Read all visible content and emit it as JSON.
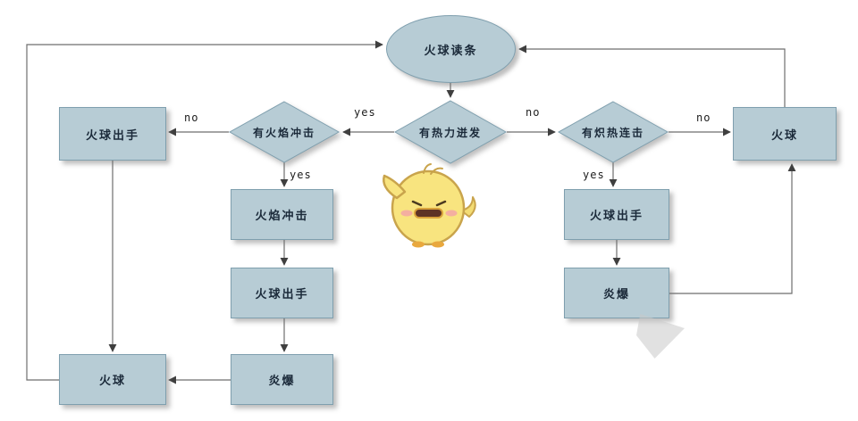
{
  "diagram": {
    "colors": {
      "node_fill": "#b7ccd5",
      "node_border": "#7f9fae",
      "line": "#6e6e6e",
      "arrow": "#3f3f3f",
      "mascot_yellow": "#f8e47f"
    },
    "nodes": {
      "start": {
        "type": "terminator",
        "label": "火球读条"
      },
      "hot_streak": {
        "type": "decision",
        "label": "有热力迸发"
      },
      "fire_blast_check": {
        "type": "decision",
        "label": "有火焰冲击"
      },
      "heating_up_check": {
        "type": "decision",
        "label": "有炽热连击"
      },
      "fireball_cast_left": {
        "type": "process",
        "label": "火球出手"
      },
      "fire_blast": {
        "type": "process",
        "label": "火焰冲击"
      },
      "fireball_cast_mid": {
        "type": "process",
        "label": "火球出手"
      },
      "pyroblast_mid": {
        "type": "process",
        "label": "炎爆"
      },
      "fireball_bottom_left": {
        "type": "process",
        "label": "火球"
      },
      "fireball_top_right": {
        "type": "process",
        "label": "火球"
      },
      "fireball_cast_right": {
        "type": "process",
        "label": "火球出手"
      },
      "pyroblast_right": {
        "type": "process",
        "label": "炎爆"
      }
    },
    "edges": [
      {
        "from": "start",
        "to": "hot_streak",
        "label": ""
      },
      {
        "from": "hot_streak",
        "to": "fire_blast_check",
        "label": "yes"
      },
      {
        "from": "hot_streak",
        "to": "heating_up_check",
        "label": "no"
      },
      {
        "from": "fire_blast_check",
        "to": "fireball_cast_left",
        "label": "no"
      },
      {
        "from": "fire_blast_check",
        "to": "fire_blast",
        "label": "yes"
      },
      {
        "from": "fire_blast",
        "to": "fireball_cast_mid",
        "label": ""
      },
      {
        "from": "fireball_cast_mid",
        "to": "pyroblast_mid",
        "label": ""
      },
      {
        "from": "pyroblast_mid",
        "to": "fireball_bottom_left",
        "label": ""
      },
      {
        "from": "fireball_cast_left",
        "to": "fireball_bottom_left",
        "label": ""
      },
      {
        "from": "fireball_bottom_left",
        "to": "start",
        "label": ""
      },
      {
        "from": "heating_up_check",
        "to": "fireball_top_right",
        "label": "no"
      },
      {
        "from": "heating_up_check",
        "to": "fireball_cast_right",
        "label": "yes"
      },
      {
        "from": "fireball_cast_right",
        "to": "pyroblast_right",
        "label": ""
      },
      {
        "from": "pyroblast_right",
        "to": "fireball_top_right",
        "label": ""
      },
      {
        "from": "fireball_top_right",
        "to": "start",
        "label": ""
      }
    ]
  }
}
